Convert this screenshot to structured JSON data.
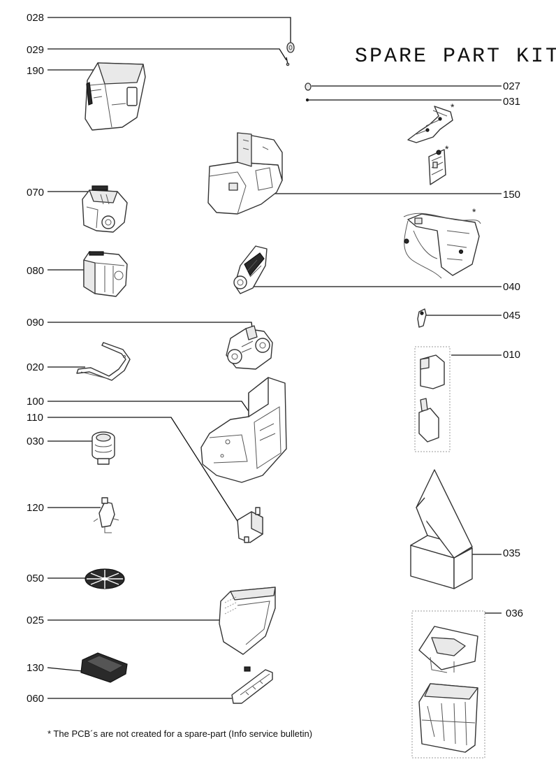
{
  "title": "SPARE PART KITS",
  "footnote": "* The PCB´s are not created for a spare-part (Info service bulletin)",
  "asterisk": "*",
  "labels": {
    "p028": "028",
    "p029": "029",
    "p190": "190",
    "p070": "070",
    "p080": "080",
    "p090": "090",
    "p020": "020",
    "p100": "100",
    "p110": "110",
    "p030": "030",
    "p120": "120",
    "p050": "050",
    "p025": "025",
    "p130": "130",
    "p060": "060",
    "p027": "027",
    "p031": "031",
    "p150": "150",
    "p040": "040",
    "p045": "045",
    "p010": "010",
    "p035": "035",
    "p036": "036"
  }
}
